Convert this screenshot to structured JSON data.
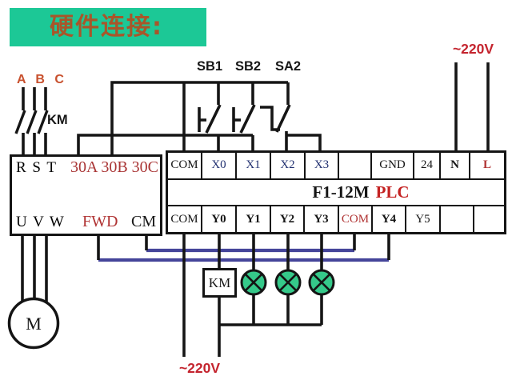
{
  "title": {
    "text": "硬件连接:"
  },
  "power": {
    "top_label": "~220V",
    "bottom_label": "~220V"
  },
  "phases": {
    "label": "A B C"
  },
  "km": {
    "contact_label": "KM",
    "coil_label": "KM"
  },
  "switch_labels": {
    "sb1": "SB1",
    "sb2": "SB2",
    "sa2": "SA2"
  },
  "inverter": {
    "rst": "R S T",
    "relay_terminals": "30A 30B 30C",
    "uvw": "U V W",
    "fwd": "FWD",
    "cm": "CM"
  },
  "plc": {
    "model": "F1-12M",
    "type": "PLC",
    "top_terminals": [
      {
        "label": "COM"
      },
      {
        "label": "X0"
      },
      {
        "label": "X1"
      },
      {
        "label": "X2"
      },
      {
        "label": "X3"
      },
      {
        "label": ""
      },
      {
        "label": "GND"
      },
      {
        "label": "24"
      },
      {
        "label": "N"
      },
      {
        "label": "L"
      }
    ],
    "bottom_terminals": [
      {
        "label": "COM"
      },
      {
        "label": "Y0"
      },
      {
        "label": "Y1"
      },
      {
        "label": "Y2"
      },
      {
        "label": "Y3"
      },
      {
        "label": "COM"
      },
      {
        "label": "Y4"
      },
      {
        "label": "Y5"
      },
      {
        "label": ""
      },
      {
        "label": ""
      }
    ]
  },
  "motor": {
    "label": "M"
  },
  "lamps": {
    "count": 3
  },
  "colors": {
    "banner_bg": "#1cc896",
    "banner_text": "#a8562a",
    "phase_label": "#c8502d",
    "deep_red": "#b03333",
    "bright_red": "#c4242e",
    "navy_terminal": "#213070",
    "wire_blue": "#45459a",
    "lamp_green": "#35c98a",
    "wire_black": "#151515"
  }
}
